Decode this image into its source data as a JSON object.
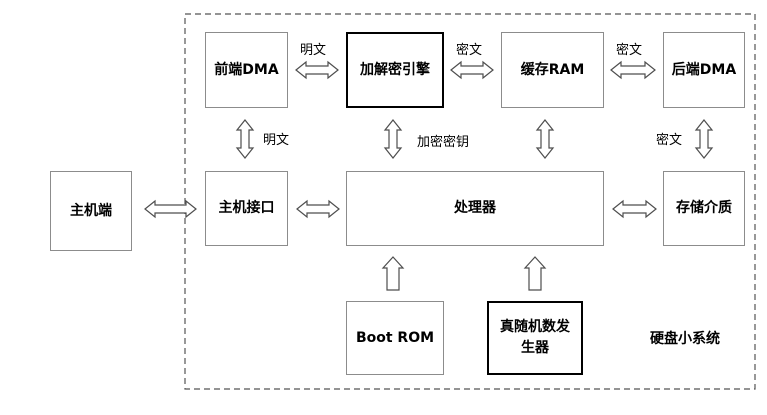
{
  "colors": {
    "border": "#8c8c8c",
    "emphasis_border": "#000000",
    "arrow_fill": "#ffffff",
    "arrow_stroke": "#4d4d4d",
    "dashed": "#555555"
  },
  "system_label": "硬盘小系统",
  "nodes": {
    "host": "主机端",
    "front_dma": "前端DMA",
    "crypto_engine": "加解密引擎",
    "cache_ram": "缓存RAM",
    "back_dma": "后端DMA",
    "host_interface": "主机接口",
    "processor": "处理器",
    "storage_medium": "存储介质",
    "boot_rom": "Boot ROM",
    "trng": "真随机数发生器"
  },
  "edge_labels": {
    "frontdma_crypto": "明文",
    "crypto_cache": "密文",
    "cache_backdma": "密文",
    "frontdma_hostif": "明文",
    "crypto_processor": "加密密钥",
    "backdma_storage": "密文"
  }
}
